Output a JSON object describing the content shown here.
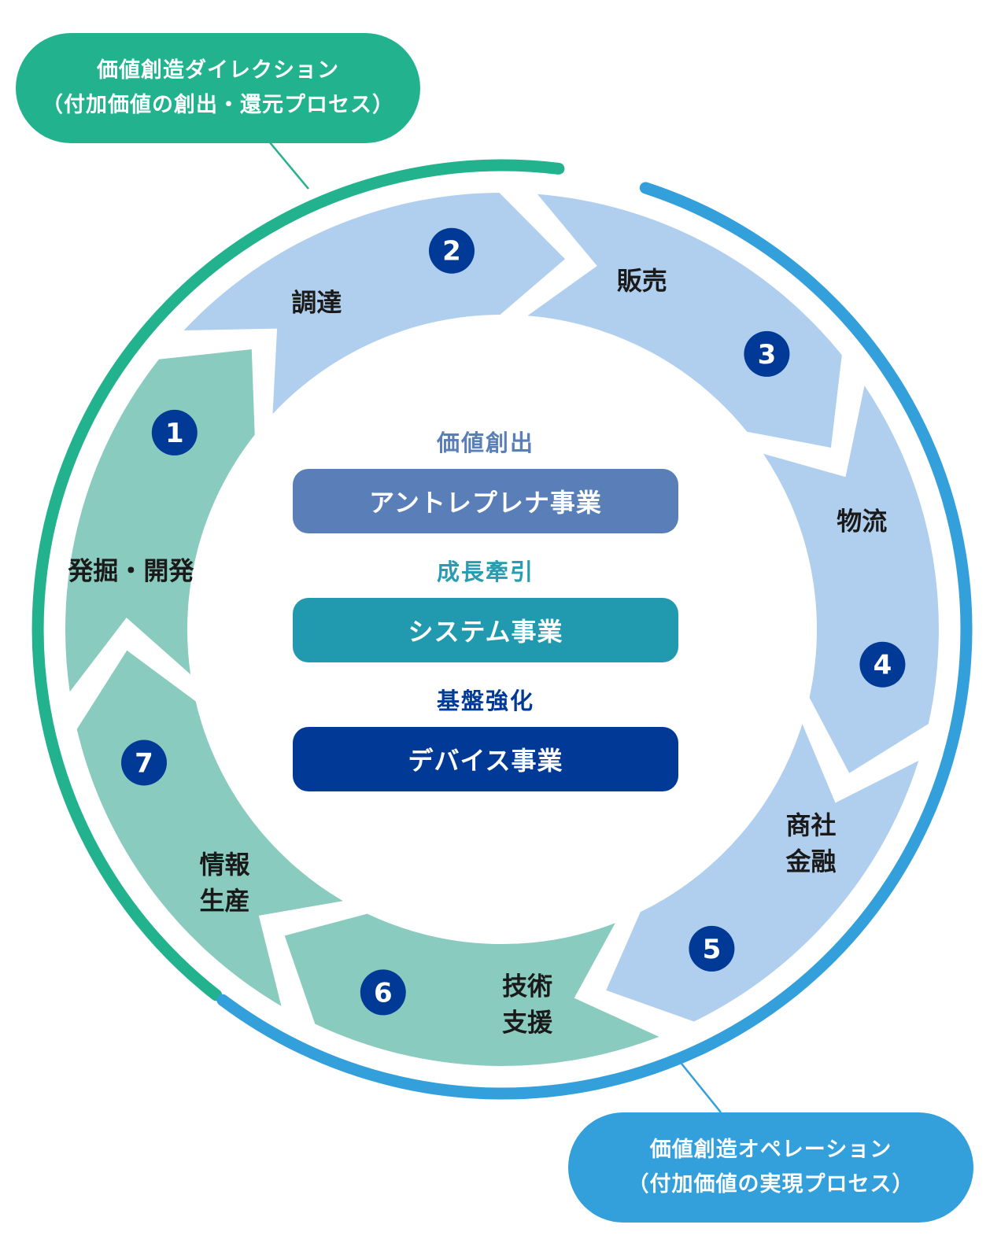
{
  "callouts": {
    "direction": {
      "line1": "価値創造ダイレクション",
      "line2": "（付加価値の創出・還元プロセス）"
    },
    "operation": {
      "line1": "価値創造オペレーション",
      "line2": "（付加価値の実現プロセス）"
    }
  },
  "steps": [
    {
      "number": "1",
      "line1": "発掘・開発",
      "line2": "",
      "group": "direction"
    },
    {
      "number": "2",
      "line1": "調達",
      "line2": "",
      "group": "operation"
    },
    {
      "number": "3",
      "line1": "販売",
      "line2": "",
      "group": "operation"
    },
    {
      "number": "4",
      "line1": "物流",
      "line2": "",
      "group": "operation"
    },
    {
      "number": "5",
      "line1": "商社",
      "line2": "金融",
      "group": "operation"
    },
    {
      "number": "6",
      "line1": "技術",
      "line2": "支援",
      "group": "direction"
    },
    {
      "number": "7",
      "line1": "情報",
      "line2": "生産",
      "group": "direction"
    }
  ],
  "center": {
    "items": [
      {
        "heading": "価値創出",
        "bar": "アントレプレナ事業"
      },
      {
        "heading": "成長牽引",
        "bar": "システム事業"
      },
      {
        "heading": "基盤強化",
        "bar": "デバイス事業"
      }
    ]
  },
  "colors": {
    "direction_segment": "#8acbbf",
    "operation_segment": "#b0cfee",
    "direction_arc": "#22b28e",
    "operation_arc": "#339fdb",
    "badge": "#003a96",
    "label": "#1a1a1a"
  }
}
